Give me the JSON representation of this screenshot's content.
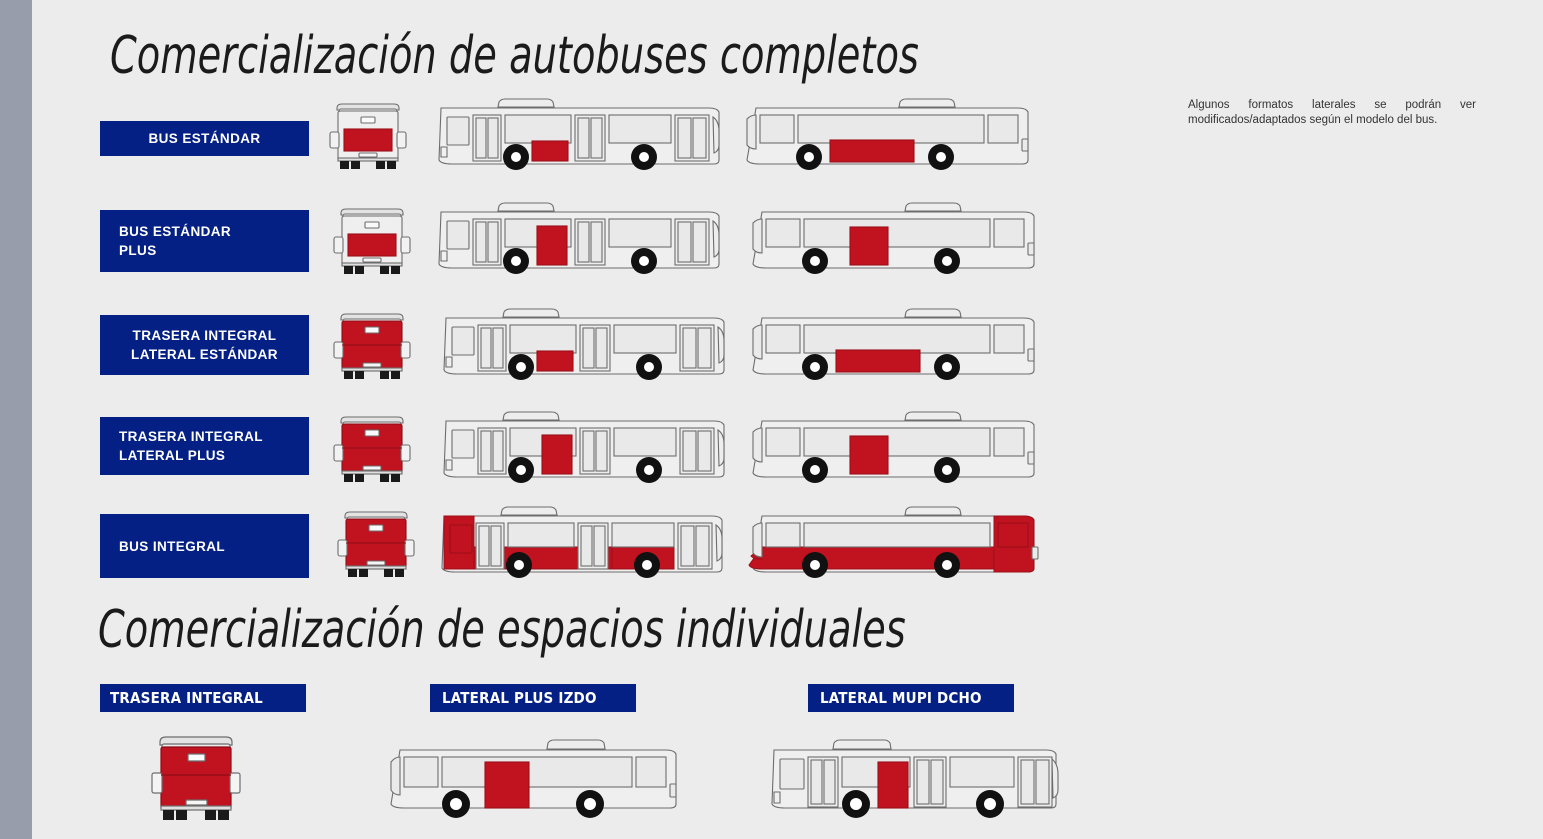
{
  "colors": {
    "background": "#ececec",
    "left_bar": "#979daa",
    "label_navy": "#042084",
    "ad_red": "#c0121f",
    "bus_body": "#efefef",
    "bus_outline": "#6b6b6b",
    "window_fill": "#eaeaea",
    "text_dark": "#1b1b1b"
  },
  "sections": {
    "complete": {
      "title": "Comercialización de autobuses completos"
    },
    "individual": {
      "title": "Comercialización de espacios individuales"
    }
  },
  "note": {
    "text": "Algunos formatos laterales se podrán ver modificados/adaptados según el modelo del bus."
  },
  "complete_rows": [
    {
      "id": "bus-estandar",
      "label": "BUS ESTÁNDAR",
      "label_lines": [
        "BUS ESTÁNDAR"
      ],
      "align": "center",
      "rear": "rear-partial",
      "left_side": "side-left-small-banner",
      "right_side": "side-right-wide-banner"
    },
    {
      "id": "bus-estandar-plus",
      "label": "BUS ESTÁNDAR PLUS",
      "label_lines": [
        "BUS ESTÁNDAR",
        "PLUS"
      ],
      "align": "left",
      "rear": "rear-partial",
      "left_side": "side-left-tall-banner",
      "right_side": "side-right-square-banner"
    },
    {
      "id": "trasera-integral-lateral-estandar",
      "label": "TRASERA INTEGRAL LATERAL ESTÁNDAR",
      "label_lines": [
        "TRASERA INTEGRAL",
        "LATERAL ESTÁNDAR"
      ],
      "align": "center",
      "rear": "rear-integral",
      "left_side": "side-left-small-banner",
      "right_side": "side-right-wide-banner"
    },
    {
      "id": "trasera-integral-lateral-plus",
      "label": "TRASERA INTEGRAL LATERAL PLUS",
      "label_lines": [
        "TRASERA INTEGRAL",
        "LATERAL PLUS"
      ],
      "align": "left",
      "rear": "rear-integral",
      "left_side": "side-left-tall-banner",
      "right_side": "side-right-square-banner"
    },
    {
      "id": "bus-integral",
      "label": "BUS INTEGRAL",
      "label_lines": [
        "BUS INTEGRAL"
      ],
      "align": "left",
      "rear": "rear-integral",
      "left_side": "side-left-full-wrap",
      "right_side": "side-right-full-wrap"
    }
  ],
  "individual_items": [
    {
      "id": "trasera-integral",
      "label": "TRASERA INTEGRAL",
      "art": "rear-integral-large"
    },
    {
      "id": "lateral-plus-izdo",
      "label": "LATERAL PLUS IZDO",
      "art": "side-right-square-banner"
    },
    {
      "id": "lateral-mupi-dcho",
      "label": "LATERAL MUPI DCHO",
      "art": "side-left-mupi-banner"
    }
  ]
}
